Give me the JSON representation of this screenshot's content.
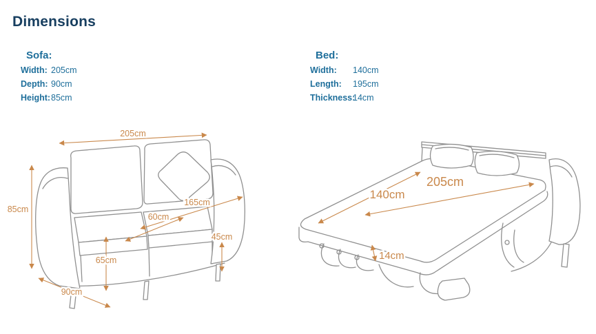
{
  "title": "Dimensions",
  "sofa_specs": {
    "heading": "Sofa:",
    "rows": [
      {
        "label": "Width:",
        "value": "205cm"
      },
      {
        "label": "Depth:",
        "value": "90cm"
      },
      {
        "label": "Height:",
        "value": "85cm"
      }
    ]
  },
  "bed_specs": {
    "heading": "Bed:",
    "rows": [
      {
        "label": "Width:",
        "value": "140cm"
      },
      {
        "label": "Length:",
        "value": "195cm"
      },
      {
        "label": "Thickness:",
        "value": "14cm"
      }
    ]
  },
  "sofa_diagram": {
    "overall_width": "205cm",
    "overall_height": "85cm",
    "seat_width": "165cm",
    "seat_depth": "60cm",
    "seat_height": "45cm",
    "arm_front_height": "65cm",
    "overall_depth": "90cm"
  },
  "bed_diagram": {
    "overall_width": "205cm",
    "mattress_width": "140cm",
    "mattress_thickness": "14cm"
  },
  "colors": {
    "title_text": "#183f60",
    "spec_text": "#1f6f9b",
    "dimension_text": "#c9884b",
    "line_art": "#909090"
  }
}
